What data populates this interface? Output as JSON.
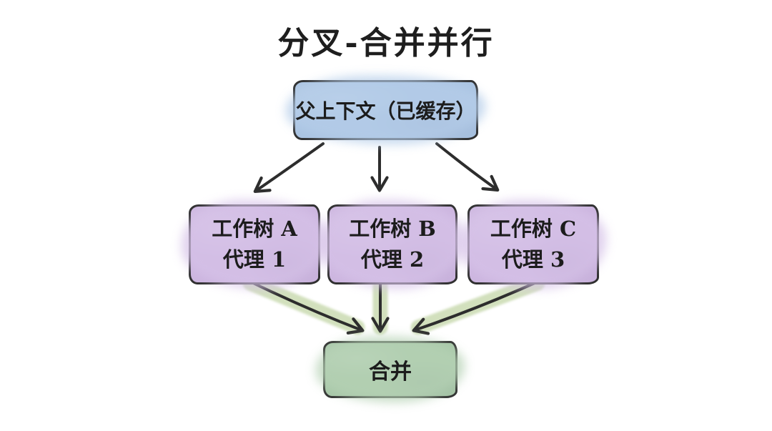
{
  "title": "分叉-合并并行",
  "nodes": {
    "parent": {
      "label": "父上下文（已缓存）",
      "fill": "#a9c3e1"
    },
    "worktree_a": {
      "line1": "工作树 A",
      "line2": "代理 1",
      "fill": "#ccb5df"
    },
    "worktree_b": {
      "line1": "工作树 B",
      "line2": "代理 2",
      "fill": "#ccb5df"
    },
    "worktree_c": {
      "line1": "工作树 C",
      "line2": "代理 3",
      "fill": "#ccb5df"
    },
    "merge": {
      "label": "合并",
      "fill": "#a6c6a7"
    }
  },
  "edges": [
    {
      "from": "parent",
      "to": "worktree_a"
    },
    {
      "from": "parent",
      "to": "worktree_b"
    },
    {
      "from": "parent",
      "to": "worktree_c"
    },
    {
      "from": "worktree_a",
      "to": "merge"
    },
    {
      "from": "worktree_b",
      "to": "merge"
    },
    {
      "from": "worktree_c",
      "to": "merge"
    }
  ],
  "colors": {
    "background": "#ffffff",
    "ink": "#2d2d2d",
    "merge_arrow_wash": "#cdddb6"
  }
}
